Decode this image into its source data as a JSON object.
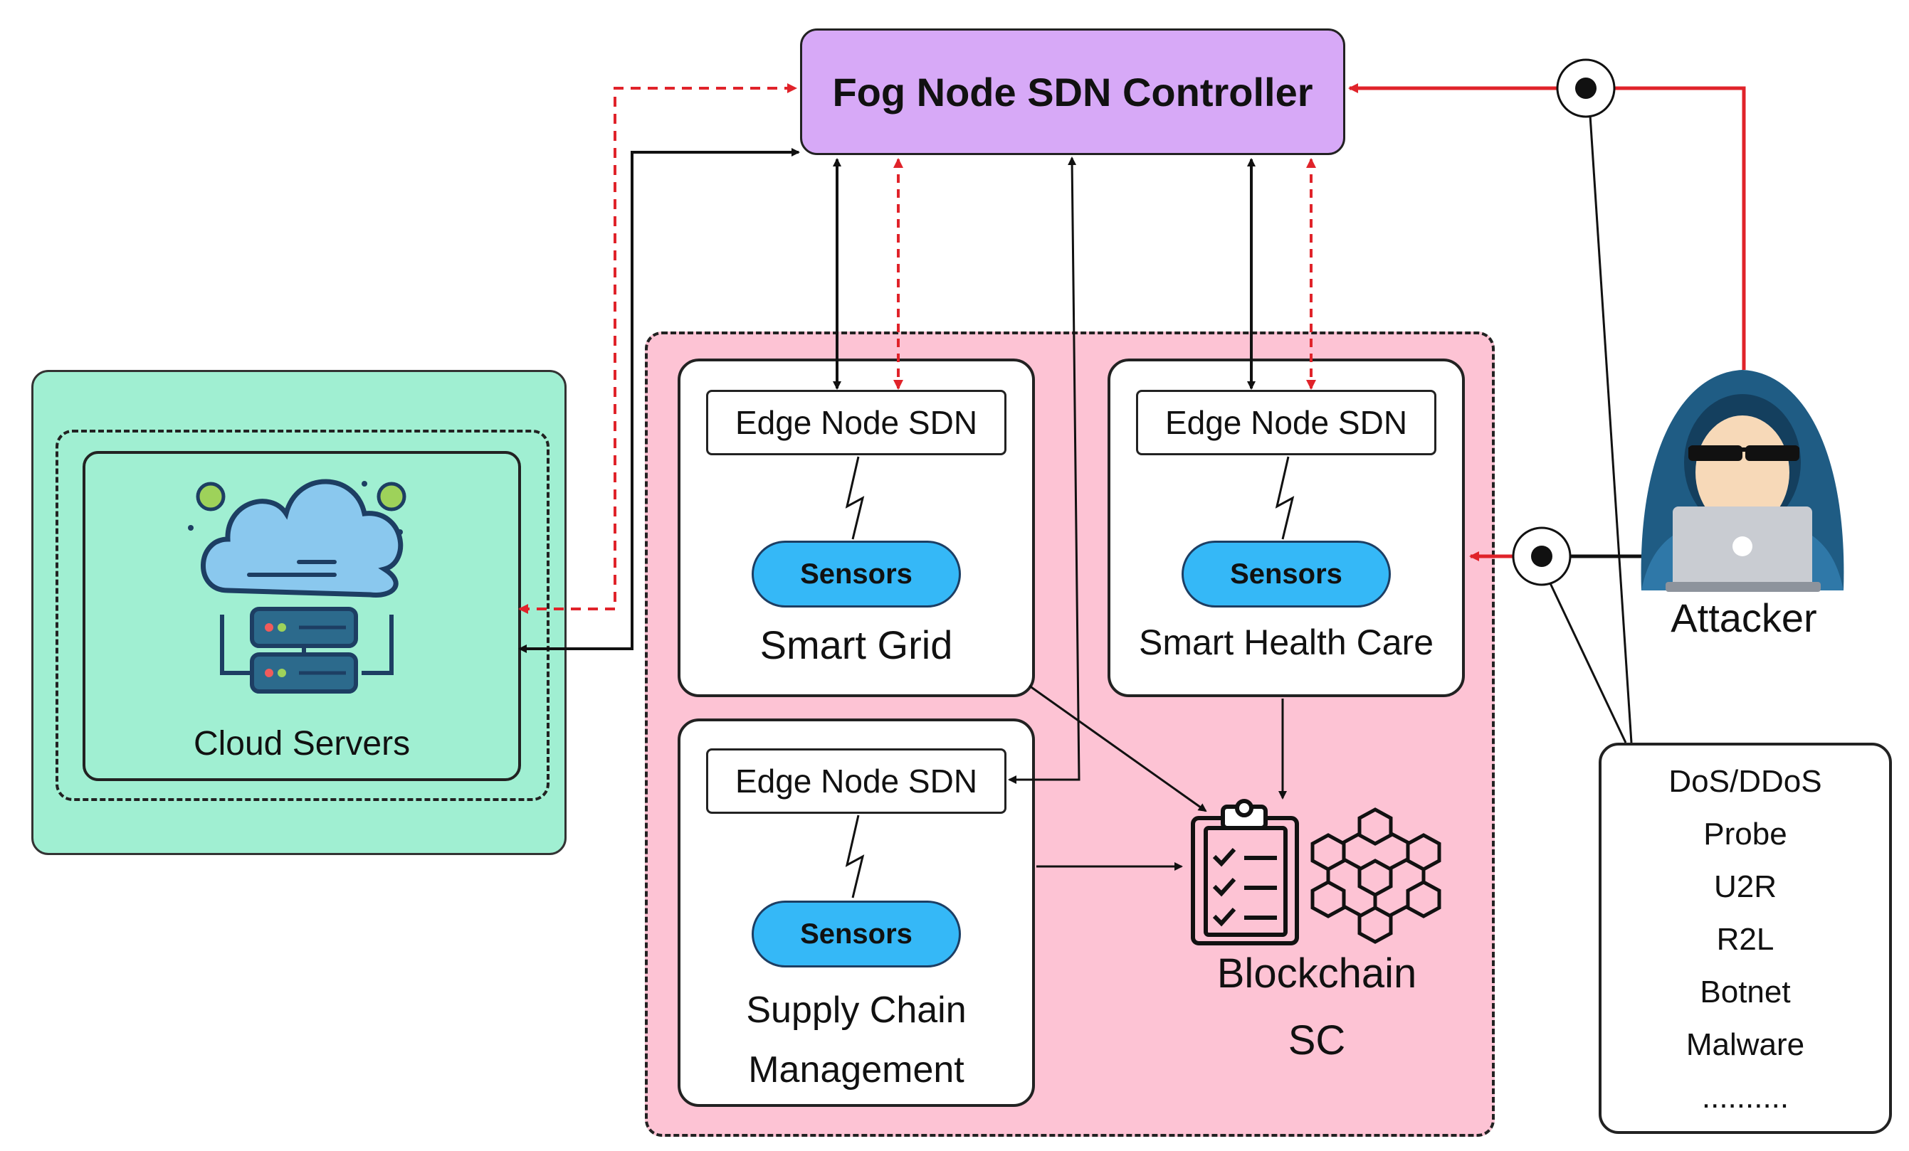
{
  "fog_controller": {
    "label": "Fog Node SDN Controller",
    "color": "#d7a9f7"
  },
  "cloud": {
    "label": "Cloud Servers",
    "color": "#a0efd2"
  },
  "domains": {
    "smart_grid": {
      "edge_label": "Edge Node SDN",
      "sensor_label": "Sensors",
      "label": "Smart Grid"
    },
    "smart_health": {
      "edge_label": "Edge Node SDN",
      "sensor_label": "Sensors",
      "label": "Smart Health Care"
    },
    "supply_chain": {
      "edge_label": "Edge Node SDN",
      "sensor_label": "Sensors",
      "label_line1": "Supply Chain",
      "label_line2": "Management"
    }
  },
  "blockchain": {
    "label_line1": "Blockchain",
    "label_line2": "SC"
  },
  "attacker": {
    "label": "Attacker"
  },
  "attack_types": [
    "DoS/DDoS",
    "Probe",
    "U2R",
    "R2L",
    "Botnet",
    "Malware",
    ".........."
  ],
  "colors": {
    "pink_zone": "#fdc3d4",
    "sensor": "#35b8f7",
    "attack_line": "#e0232a",
    "connector": "#111111"
  }
}
